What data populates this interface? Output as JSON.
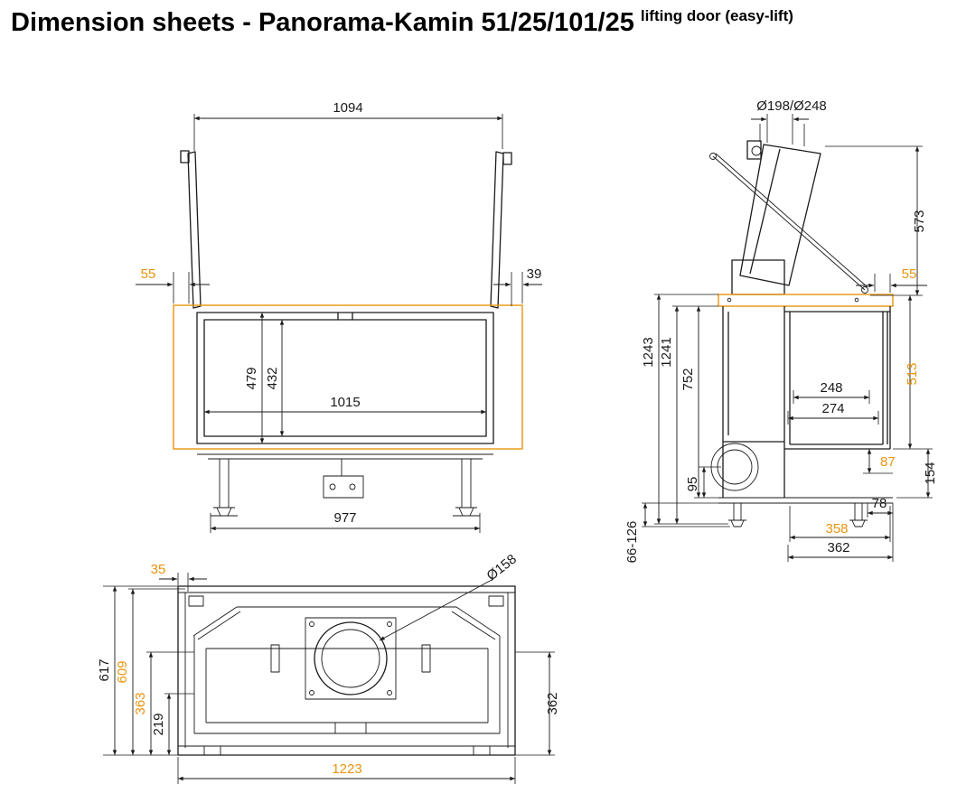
{
  "title": {
    "main": "Dimension sheets - Panorama-Kamin 51/25/101/25",
    "suffix": "lifting door (easy-lift)"
  },
  "colors": {
    "ink": "#1a1a1a",
    "accent": "#e8940e"
  },
  "views": {
    "front": {
      "label": "front-view",
      "dims": {
        "top_width": "1094",
        "left_gap": "55",
        "right_gap": "39",
        "opening_height_outer": "479",
        "opening_height_inner": "432",
        "opening_width": "1015",
        "foot_span": "977"
      }
    },
    "side": {
      "label": "side-view",
      "dims": {
        "flue_diameters": "Ø198/Ø248",
        "flue_height": "573",
        "frame_gap": "55",
        "height_overall_max": "1243",
        "height_overall": "1241",
        "body_height": "752",
        "depth_opening": "248",
        "depth_glass": "274",
        "door_height": "513",
        "fan_offset": "95",
        "sill_drop": "87",
        "base_height": "154",
        "foot_inset": "78",
        "depth_frame": "358",
        "depth_overall": "362",
        "foot_range": "66-126"
      }
    },
    "top": {
      "label": "top-view",
      "dims": {
        "panel_gap": "35",
        "flue_diameter": "Ø158",
        "depth_overall": "617",
        "depth_frame": "609",
        "depth_inner": "363",
        "depth_firebox": "219",
        "depth_right": "362",
        "width_overall": "1223"
      }
    }
  }
}
